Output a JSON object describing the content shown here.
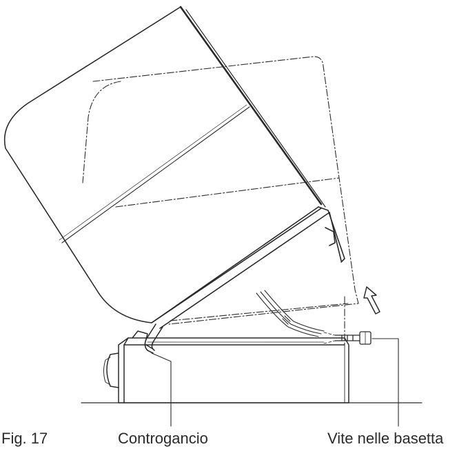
{
  "figure": {
    "number_label": "Fig. 17",
    "callouts": {
      "counter_hook": "Controgancio",
      "base_screw": "Vite nelle basetta"
    }
  },
  "colors": {
    "ink": "#2a2a2a",
    "background": "#ffffff"
  }
}
